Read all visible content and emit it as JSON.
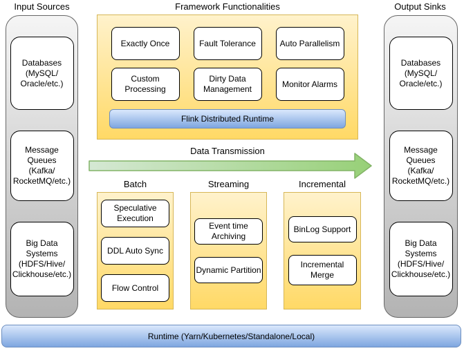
{
  "colors": {
    "yellow_light": "#fff2cc",
    "yellow_dark": "#ffd966",
    "yellow_border": "#d6b656",
    "blue_light": "#dae8fc",
    "blue_dark": "#7ea6e0",
    "blue_border": "#6c8ebf",
    "gray_light": "#f5f5f5",
    "gray_dark": "#b3b3b3",
    "gray_border": "#666666",
    "green_light": "#d5e8d4",
    "green_dark": "#97d077",
    "green_border": "#82b366"
  },
  "input_sources": {
    "title": "Input Sources",
    "items": [
      "Databases\n(MySQL/\nOracle/etc.)",
      "Message\nQueues\n(Kafka/\nRocketMQ/etc.)",
      "Big Data\nSystems\n(HDFS/Hive/\nClickhouse/etc.)"
    ]
  },
  "output_sinks": {
    "title": "Output Sinks",
    "items": [
      "Databases\n(MySQL/\nOracle/etc.)",
      "Message\nQueues\n(Kafka/\nRocketMQ/etc.)",
      "Big Data\nSystems\n(HDFS/Hive/\nClickhouse/etc.)"
    ]
  },
  "framework": {
    "title": "Framework Functionalities",
    "features": [
      "Exactly Once",
      "Fault Tolerance",
      "Auto Parallelism",
      "Custom\nProcessing",
      "Dirty Data\nManagement",
      "Monitor Alarms"
    ],
    "runtime_bar": "Flink Distributed Runtime"
  },
  "transmission": {
    "label": "Data Transmission"
  },
  "modes": [
    {
      "label": "Batch",
      "items": [
        "Speculative\nExecution",
        "DDL Auto Sync",
        "Flow Control"
      ]
    },
    {
      "label": "Streaming",
      "items": [
        "Event time\nArchiving",
        "Dynamic Partition"
      ]
    },
    {
      "label": "Incremental",
      "items": [
        "BinLog Support",
        "Incremental\nMerge"
      ]
    }
  ],
  "runtime": {
    "label": "Runtime (Yarn/Kubernetes/Standalone/Local)"
  }
}
